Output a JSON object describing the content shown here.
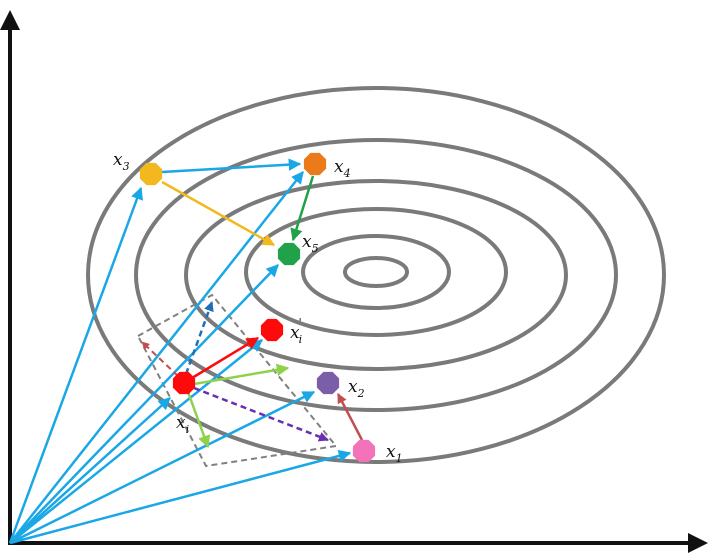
{
  "colors": {
    "axis": "#111111",
    "contour": "#7a7a7a",
    "sky_blue": "#1aa7e6",
    "orange": "#f2b81e",
    "green": "#21a24a",
    "red": "#ff0a0a",
    "light_green": "#8fd14a",
    "purple": "#7a5ea8",
    "dark_purple": "#6a2fb0",
    "pink": "#f472b8",
    "dark_orange": "#ea7a1a",
    "brown": "#c05050",
    "dash_blue": "#1f6fb8",
    "dash_gray": "#808080"
  },
  "labels": {
    "x1": {
      "base": "x",
      "sub": "1"
    },
    "x2": {
      "base": "x",
      "sub": "2"
    },
    "x3": {
      "base": "x",
      "sub": "3"
    },
    "x4": {
      "base": "x",
      "sub": "4"
    },
    "x5": {
      "base": "x",
      "sub": "5"
    },
    "xi": {
      "base": "x",
      "sub": "i"
    },
    "xi_prime": {
      "base": "x",
      "sub": "i",
      "sup": "'"
    }
  }
}
